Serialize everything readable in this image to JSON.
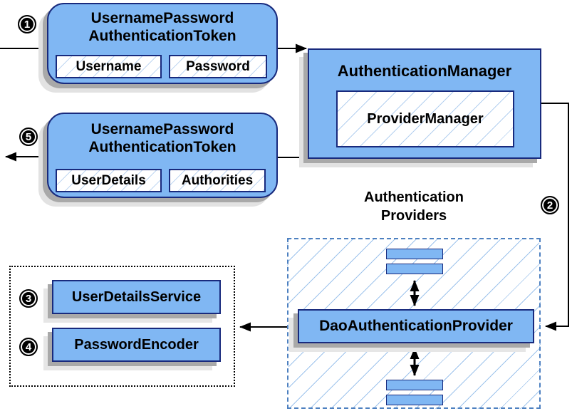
{
  "colors": {
    "node_fill": "#80b7f3",
    "node_border": "#182a7d",
    "hatch_line": "#8cb6e7",
    "dashed_border": "#4d80c0",
    "connector": "#000000",
    "shadow": "#a9a9a9"
  },
  "badges": {
    "s1": "1",
    "s2": "2",
    "s3": "3",
    "s4": "4",
    "s5": "5"
  },
  "request_token": {
    "title_line1": "UsernamePassword",
    "title_line2": "AuthenticationToken",
    "field_username": "Username",
    "field_password": "Password"
  },
  "authentication_manager": {
    "title": "AuthenticationManager",
    "provider_manager": "ProviderManager"
  },
  "result_token": {
    "title_line1": "UsernamePassword",
    "title_line2": "AuthenticationToken",
    "field_userdetails": "UserDetails",
    "field_authorities": "Authorities"
  },
  "providers_group": {
    "label_line1": "Authentication",
    "label_line2": "Providers",
    "dao_provider": "DaoAuthenticationProvider"
  },
  "collaborators": {
    "user_details_service": "UserDetailsService",
    "password_encoder": "PasswordEncoder"
  }
}
